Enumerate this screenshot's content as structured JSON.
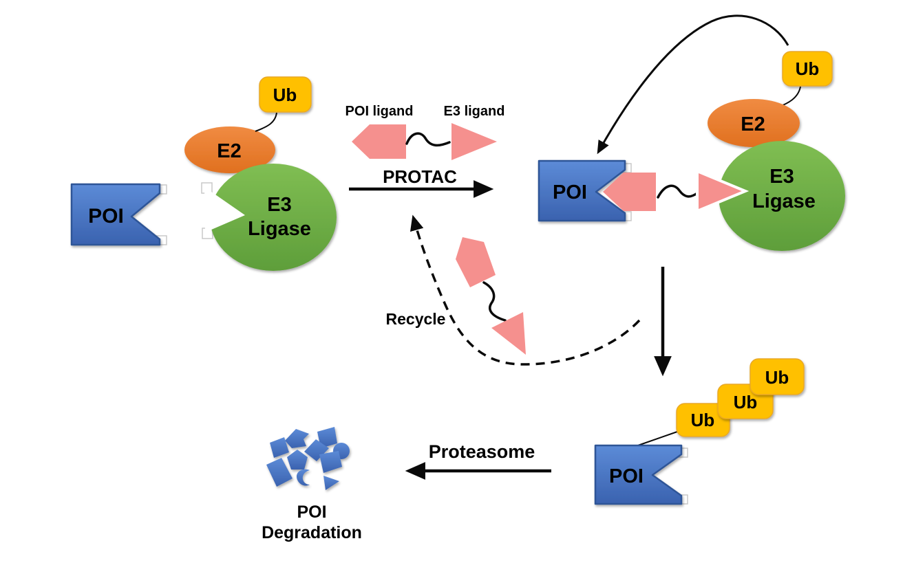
{
  "colors": {
    "background": "#FFFFFF",
    "poi_blue": "#4472C4",
    "poi_blue_border": "#2F5597",
    "e3_green": "#6FAD47",
    "e2_orange": "#ED7D31",
    "ub_yellow": "#FFC000",
    "ub_yellow_border": "#E9A825",
    "linker_pink": "#F5908E",
    "arrow_black": "#0A0A0A"
  },
  "left_complex": {
    "poi": "POI",
    "e2": "E2",
    "e3_line1": "E3",
    "e3_line2": "Ligase",
    "ub": "Ub"
  },
  "protac": {
    "poi_ligand": "POI ligand",
    "e3_ligand": "E3 ligand",
    "name": "PROTAC"
  },
  "ternary_complex": {
    "poi": "POI",
    "e2": "E2",
    "e3_line1": "E3",
    "e3_line2": "Ligase",
    "ub": "Ub"
  },
  "recycle": {
    "label": "Recycle"
  },
  "ubiquitinated_poi": {
    "poi": "POI",
    "ub_chain": [
      "Ub",
      "Ub",
      "Ub"
    ]
  },
  "proteasome": {
    "label": "Proteasome"
  },
  "degradation": {
    "line1": "POI",
    "line2": "Degradation"
  }
}
